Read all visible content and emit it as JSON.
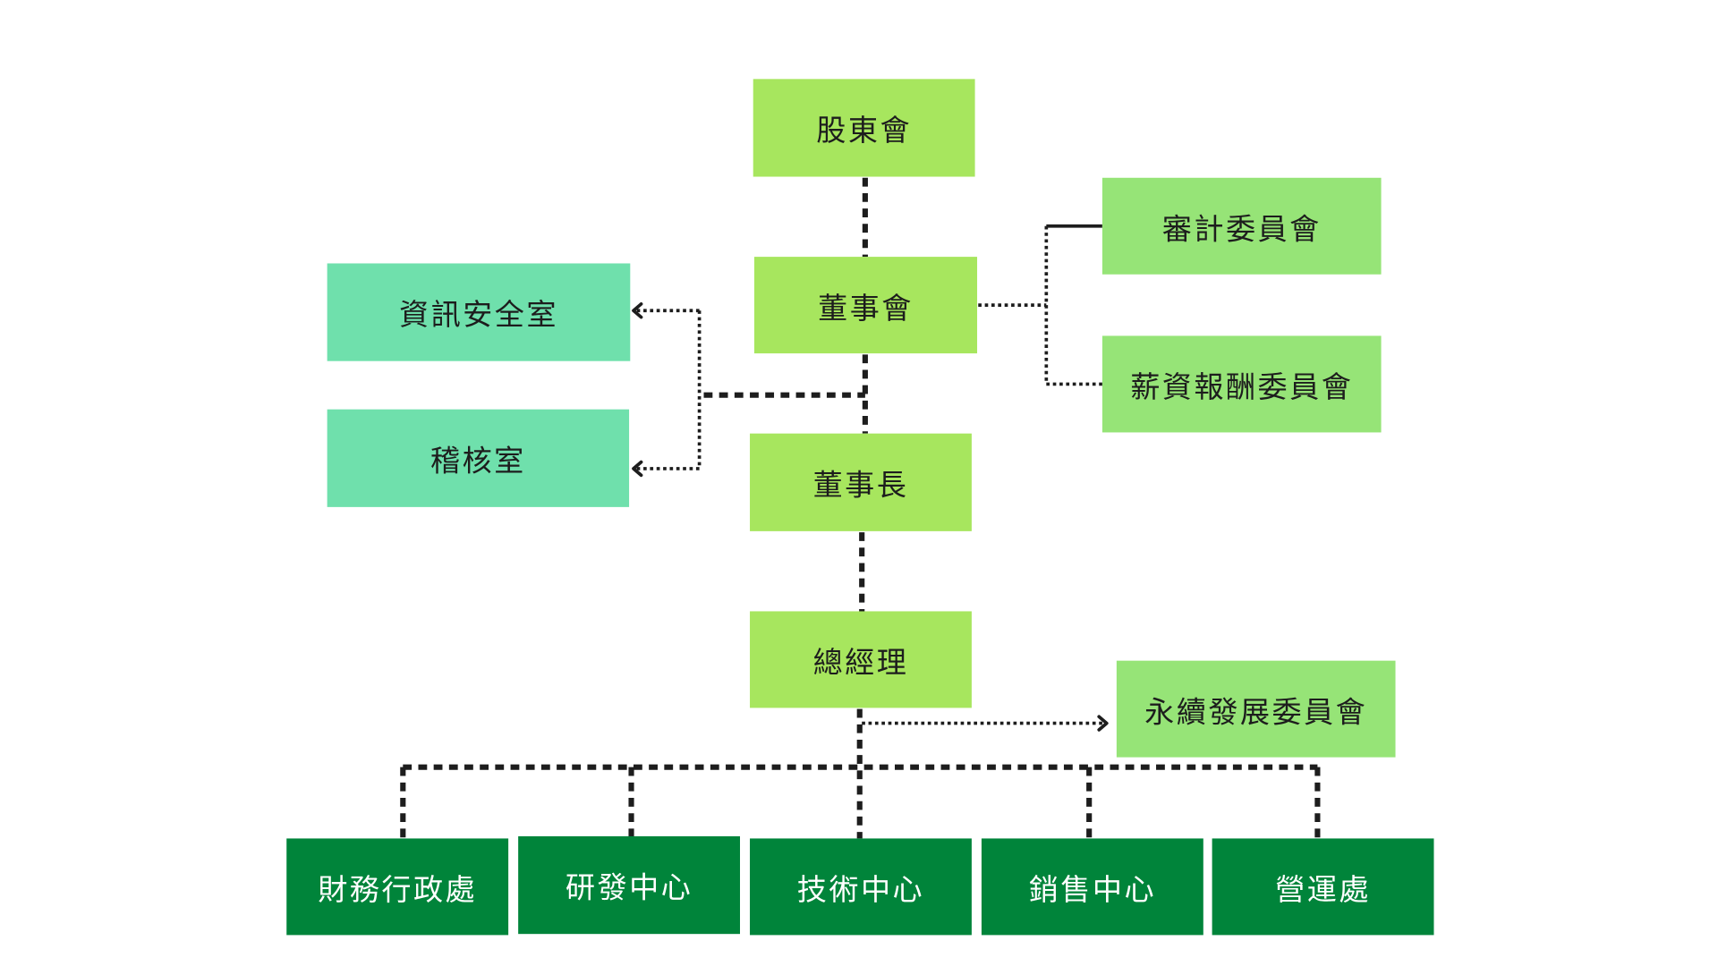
{
  "org_chart": {
    "shareholders": "股東會",
    "board": "董事會",
    "chairman": "董事長",
    "general_manager": "總經理",
    "audit_committee": "審計委員會",
    "compensation_committee": "薪資報酬委員會",
    "information_security_office": "資訊安全室",
    "internal_audit_office": "稽核室",
    "sustainability_committee": "永續發展委員會",
    "departments": [
      "財務行政處",
      "研發中心",
      "技術中心",
      "銷售中心",
      "營運處"
    ]
  },
  "colors": {
    "executive_box": "#a7e65e",
    "committee_box": "#96e477",
    "office_box": "#6fe0ac",
    "department_box": "#00843a",
    "connector": "#1d1d1d"
  }
}
